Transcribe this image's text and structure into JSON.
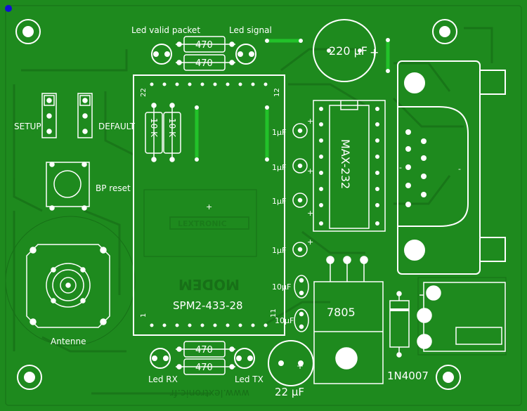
{
  "labels": {
    "led_valid_packet": "Led valid packet",
    "led_signal": "Led signal",
    "res_470_top_1": "470",
    "res_470_top_2": "470",
    "res_470_bot_1": "470",
    "res_470_bot_2": "470",
    "cap_220": "220 µF",
    "cap_plus": "+",
    "pin_22": "22",
    "pin_12": "12",
    "pin_1": "1",
    "pin_11": "11",
    "setup": "SETUP",
    "default": "DEFAULT",
    "res_10k_1": "10 K",
    "res_10k_2": "10 K",
    "bp_reset": "BP reset",
    "cap_1uf_1": "1µF",
    "cap_1uf_2": "1µF",
    "cap_1uf_3": "1µF",
    "cap_1uf_4": "1µF",
    "cap_10uf_1": "10µF",
    "cap_10uf_2": "10µF",
    "max232": "MAX-232",
    "modem": "MODEM",
    "spm2": "SPM2-433-28",
    "antenne": "Antenne",
    "vreg_7805": "7805",
    "diode": "1N4007",
    "led_rx": "Led RX",
    "led_tx": "Led TX",
    "cap_22uf": "22 µF",
    "website": "www.lextronic.fr",
    "logo": "LEXTRONIC",
    "plus_center": "+",
    "minus_db9": "-",
    "minus_db9_2": "-"
  },
  "colors": {
    "board": "#1e8a1e",
    "trace": "#197a19",
    "silk": "#ffffff",
    "jumper": "#22c22a",
    "marker": "#1010d0"
  }
}
